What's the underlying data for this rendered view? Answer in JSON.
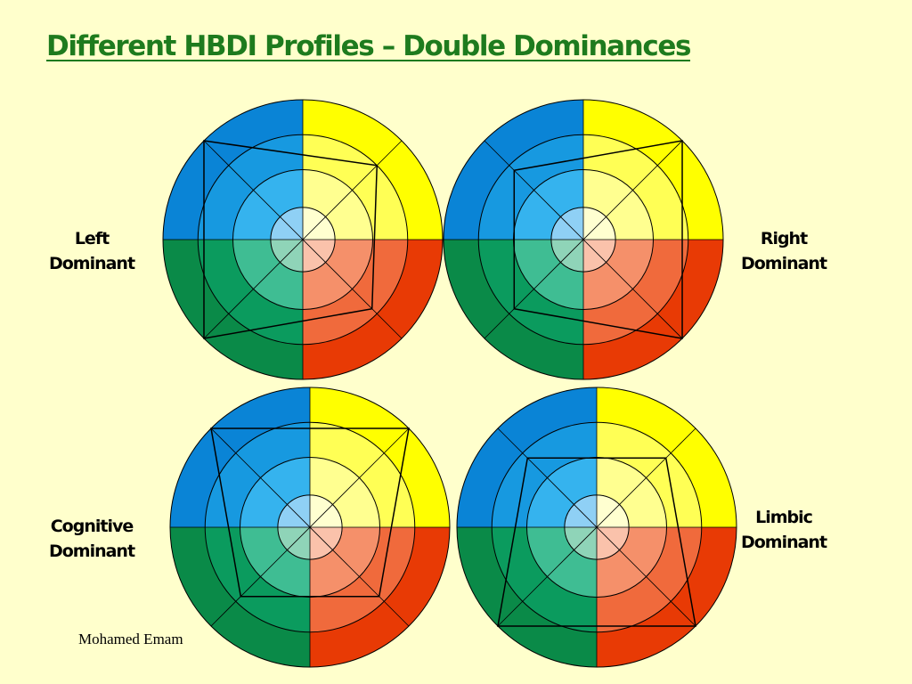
{
  "slide": {
    "title": "Different HBDI Profiles – Double Dominances",
    "author": "Mohamed Emam"
  },
  "colors": {
    "background": "#ffffcc",
    "title": "#1e7b1e",
    "upper_left_quadrant": [
      "#0a84d6",
      "#1799e0",
      "#35b3ee",
      "#8fd0f5"
    ],
    "upper_right_quadrant": [
      "#ffff00",
      "#ffff55",
      "#ffff90",
      "#ffffd0"
    ],
    "lower_left_quadrant": [
      "#0a8a48",
      "#0b9b5e",
      "#3fbd93",
      "#8fd4b8"
    ],
    "lower_right_quadrant": [
      "#e83a05",
      "#f06a3c",
      "#f5906a",
      "#fac2ab"
    ],
    "profile_outline": "#000000"
  },
  "profiles": [
    {
      "id": "left",
      "label_line1": "Left",
      "label_line2": "Dominant",
      "scores": {
        "upper_left": 1.0,
        "upper_right": 0.75,
        "lower_right": 0.7,
        "lower_left": 1.0
      }
    },
    {
      "id": "right",
      "label_line1": "Right",
      "label_line2": "Dominant",
      "scores": {
        "upper_left": 0.7,
        "upper_right": 1.0,
        "lower_right": 1.0,
        "lower_left": 0.7
      }
    },
    {
      "id": "cognitive",
      "label_line1": "Cognitive",
      "label_line2": "Dominant",
      "scores": {
        "upper_left": 1.0,
        "upper_right": 1.0,
        "lower_right": 0.7,
        "lower_left": 0.7
      }
    },
    {
      "id": "limbic",
      "label_line1": "Limbic",
      "label_line2": "Dominant",
      "scores": {
        "upper_left": 0.7,
        "upper_right": 0.7,
        "lower_right": 1.0,
        "lower_left": 1.0
      }
    }
  ]
}
